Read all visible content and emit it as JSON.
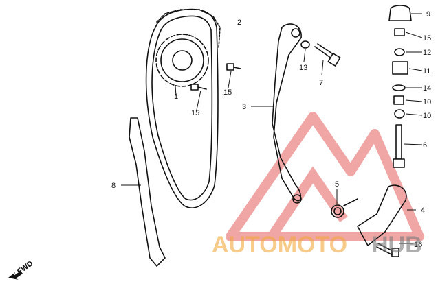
{
  "callouts": {
    "c1": "1",
    "c2": "2",
    "c3": "3",
    "c4": "4",
    "c5": "5",
    "c6": "6",
    "c7": "7",
    "c8": "8",
    "c9": "9",
    "c10a": "10",
    "c10b": "10",
    "c11": "11",
    "c12": "12",
    "c13": "13",
    "c14": "14",
    "c15a": "15",
    "c15b": "15",
    "c15c": "15",
    "c16": "16"
  },
  "direction": {
    "label": "FWD"
  },
  "watermark": {
    "left": "AUTOMOTO",
    "right": "HUB",
    "color_red": "#e23b3b",
    "color_orange": "#f2a93b"
  }
}
